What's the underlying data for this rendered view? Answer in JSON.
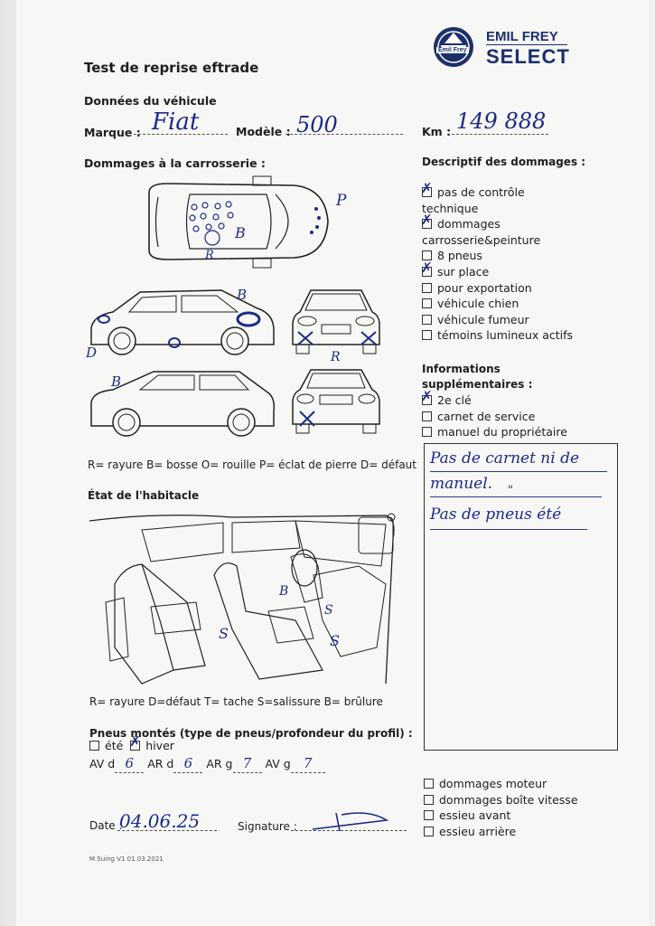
{
  "logo": {
    "small": "Emil Frey",
    "line1": "EMIL FREY",
    "line2": "SELECT"
  },
  "title": "Test de reprise eftrade",
  "vehicle": {
    "heading": "Données du véhicule",
    "marque_label": "Marque :",
    "marque_value": "Fiat",
    "modele_label": "Modèle :",
    "modele_value": "500",
    "km_label": "Km :",
    "km_value": "149 888"
  },
  "body_damage": {
    "heading": "Dommages à la carrosserie :",
    "legend": "R= rayure B= bosse O= rouille P= éclat de pierre D= défaut"
  },
  "damage_desc": {
    "heading": "Descriptif des dommages :",
    "items": [
      {
        "label": "pas de contrôle",
        "label2": "technique",
        "checked": "true"
      },
      {
        "label": "dommages",
        "label2": "carrosserie&peinture",
        "checked": "true"
      },
      {
        "label": "8 pneus",
        "checked": "false"
      },
      {
        "label": "sur place",
        "checked": "true"
      },
      {
        "label": "pour exportation",
        "checked": "false"
      },
      {
        "label": "véhicule chien",
        "checked": "false"
      },
      {
        "label": "véhicule fumeur",
        "checked": "false"
      },
      {
        "label": "témoins lumineux actifs",
        "checked": "false"
      }
    ]
  },
  "additional": {
    "heading1": "Informations",
    "heading2": "supplémentaires :",
    "items": [
      {
        "label": "2e clé",
        "checked": "true"
      },
      {
        "label": "carnet de service",
        "checked": "false"
      },
      {
        "label": "manuel du propriétaire",
        "checked": "false"
      }
    ],
    "notes": [
      "Pas de carnet ni de",
      "manuel.",
      "\"",
      "Pas de pneus été"
    ]
  },
  "interior": {
    "heading": "État de l'habitacle",
    "legend": "R= rayure D=défaut T= tache S=salissure B= brûlure"
  },
  "tires": {
    "heading": "Pneus montés (type de pneus/profondeur du profil) :",
    "ete_label": "été",
    "hiver_label": "hiver",
    "hiver_checked": "true",
    "avd_label": "AV d",
    "avd_value": "6",
    "ard_label": "AR d",
    "ard_value": "6",
    "arg_label": "AR g",
    "arg_value": "7",
    "avg_label": "AV g",
    "avg_value": "7"
  },
  "other_damage": [
    {
      "label": "dommages moteur",
      "checked": "false"
    },
    {
      "label": "dommages boîte vitesse",
      "checked": "false"
    },
    {
      "label": "essieu avant",
      "checked": "false"
    },
    {
      "label": "essieu arrière",
      "checked": "false"
    }
  ],
  "date_label": "Date :",
  "date_value": "04.06.25",
  "signature_label": "Signature :",
  "footer_ref": "M.Suing V1 01.03.2021"
}
